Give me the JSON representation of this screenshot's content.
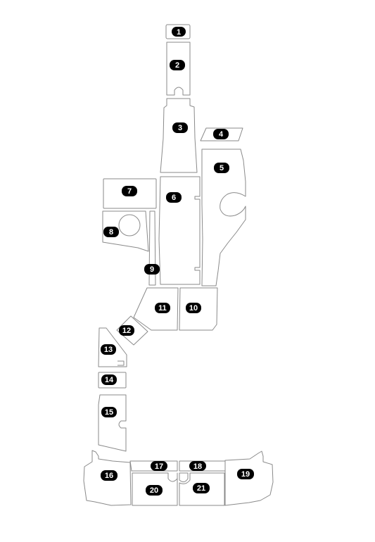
{
  "diagram": {
    "pieces": [
      {
        "id": "1",
        "label": "1"
      },
      {
        "id": "2",
        "label": "2"
      },
      {
        "id": "3",
        "label": "3"
      },
      {
        "id": "4",
        "label": "4"
      },
      {
        "id": "5",
        "label": "5"
      },
      {
        "id": "6",
        "label": "6"
      },
      {
        "id": "7",
        "label": "7"
      },
      {
        "id": "8",
        "label": "8"
      },
      {
        "id": "9",
        "label": "9"
      },
      {
        "id": "10",
        "label": "10"
      },
      {
        "id": "11",
        "label": "11"
      },
      {
        "id": "12",
        "label": "12"
      },
      {
        "id": "13",
        "label": "13"
      },
      {
        "id": "14",
        "label": "14"
      },
      {
        "id": "15",
        "label": "15"
      },
      {
        "id": "16",
        "label": "16"
      },
      {
        "id": "17",
        "label": "17"
      },
      {
        "id": "18",
        "label": "18"
      },
      {
        "id": "19",
        "label": "19"
      },
      {
        "id": "20",
        "label": "20"
      },
      {
        "id": "21",
        "label": "21"
      }
    ]
  }
}
